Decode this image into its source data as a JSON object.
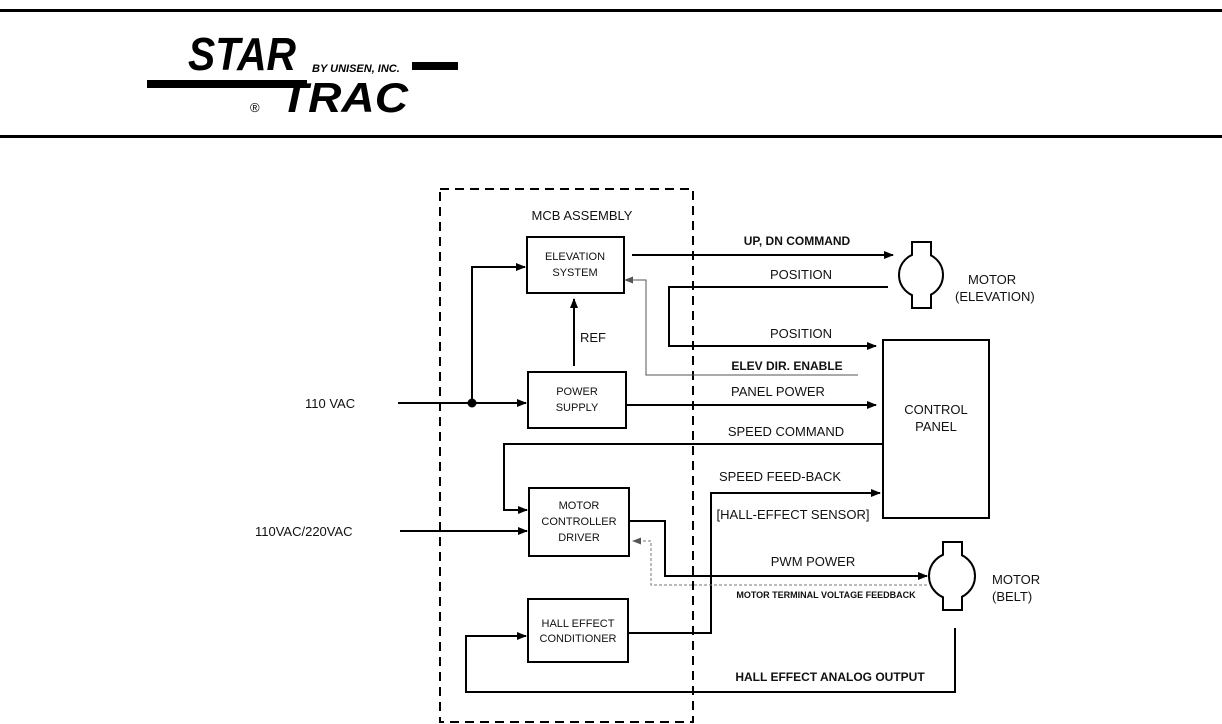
{
  "header": {
    "logo": {
      "line1": "STAR",
      "line2": "TRAC",
      "tagline": "BY UNISEN, INC.",
      "registered": "®"
    }
  },
  "diagram": {
    "assembly_label": "MCB ASSEMBLY",
    "inputs": {
      "main_power": "110 VAC",
      "motor_power": "110VAC/220VAC"
    },
    "blocks": {
      "elevation_system": [
        "ELEVATION",
        "SYSTEM"
      ],
      "power_supply": [
        "POWER",
        "SUPPLY"
      ],
      "motor_controller": [
        "MOTOR",
        "CONTROLLER",
        "DRIVER"
      ],
      "hall_effect": [
        "HALL EFFECT",
        "CONDITIONER"
      ],
      "control_panel": [
        "CONTROL",
        "PANEL"
      ],
      "motor_elevation": [
        "MOTOR",
        "(ELEVATION)"
      ],
      "motor_belt": [
        "MOTOR",
        "(BELT)"
      ]
    },
    "signals": {
      "up_dn": "UP, DN COMMAND",
      "position_1": "POSITION",
      "position_2": "POSITION",
      "ref": "REF",
      "elev_dir": "ELEV DIR. ENABLE",
      "panel_power": "PANEL POWER",
      "speed_command": "SPEED COMMAND",
      "speed_feedback": "SPEED FEED-BACK",
      "hall_sensor": "[HALL-EFFECT SENSOR]",
      "pwm_power": "PWM POWER",
      "terminal_feedback": "MOTOR TERMINAL VOLTAGE FEEDBACK",
      "hall_analog": "HALL EFFECT ANALOG OUTPUT"
    }
  }
}
